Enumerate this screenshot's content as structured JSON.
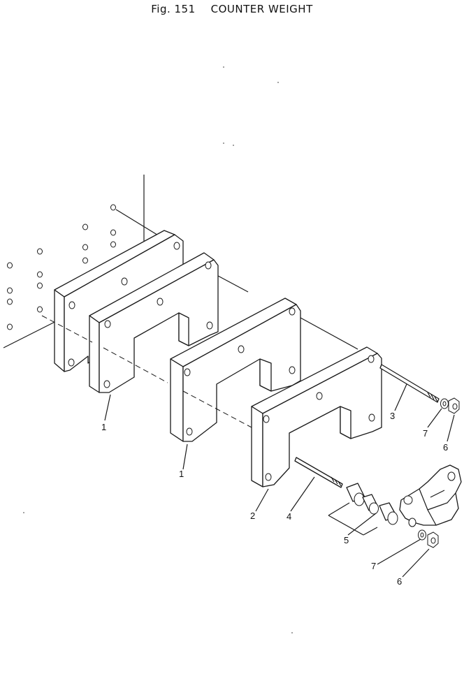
{
  "figure": {
    "number": "Fig. 151",
    "title": "COUNTER WEIGHT"
  },
  "callouts": [
    {
      "id": "c1a",
      "label": "1"
    },
    {
      "id": "c1b",
      "label": "1"
    },
    {
      "id": "c2",
      "label": "2"
    },
    {
      "id": "c3",
      "label": "3"
    },
    {
      "id": "c4",
      "label": "4"
    },
    {
      "id": "c5",
      "label": "5"
    },
    {
      "id": "c6a",
      "label": "6"
    },
    {
      "id": "c7a",
      "label": "7"
    },
    {
      "id": "c6b",
      "label": "6"
    },
    {
      "id": "c7b",
      "label": "7"
    }
  ]
}
